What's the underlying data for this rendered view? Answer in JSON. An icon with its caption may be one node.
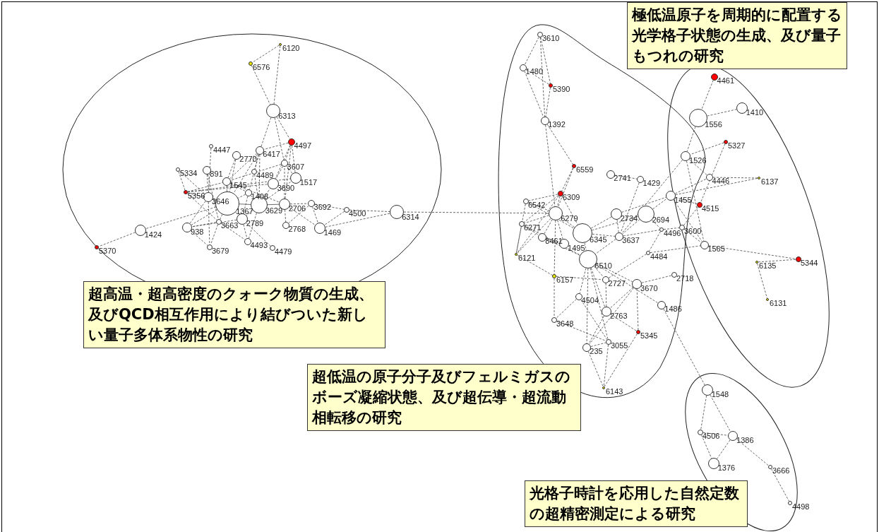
{
  "diagram": {
    "nodes": [
      {
        "text": [
          "極低温原子を周期的に配置する光学格子状態の生成、及び量子もつれの研究"
        ]
      },
      {
        "text": [
          "超高温・超高密度のクォーク物質の生成、及びQCD相互作用により結びついた新しい量子多体系物性の研究"
        ]
      },
      {
        "text": [
          "超低温の原子分子及びフェルミガスのボーズ凝縮状態、及び超伝導・超流動相転移の研究"
        ]
      },
      {
        "text": [
          "光格子時計を応用した自然定数の超精密測定による研究"
        ]
      },
      {
        "text": [],
        "shape": "circle",
        "beside": [
          "6120"
        ]
      },
      {
        "text": [],
        "shape": "circle",
        "beside": [
          "6576"
        ]
      },
      {
        "text": [],
        "shape": "circle",
        "beside": [
          "6313"
        ]
      },
      {
        "text": [],
        "shape": "circle",
        "beside": [
          "4497"
        ]
      },
      {
        "text": [],
        "shape": "circle",
        "beside": [
          "4447"
        ]
      },
      {
        "text": [],
        "shape": "circle",
        "beside": [
          "6417"
        ]
      },
      {
        "text": [],
        "shape": "circle",
        "beside": [
          "2770"
        ]
      },
      {
        "text": [],
        "shape": "circle",
        "beside": [
          "3607"
        ]
      },
      {
        "text": [],
        "shape": "circle",
        "beside": [
          "5334"
        ]
      },
      {
        "text": [],
        "shape": "circle",
        "beside": [
          "891"
        ]
      },
      {
        "text": [],
        "shape": "circle",
        "beside": [
          "4489"
        ]
      },
      {
        "text": [],
        "shape": "circle",
        "beside": [
          "1517"
        ]
      },
      {
        "text": [],
        "shape": "circle",
        "beside": [
          "3690"
        ]
      },
      {
        "text": [],
        "shape": "circle",
        "beside": [
          "1545"
        ]
      },
      {
        "text": [],
        "shape": "circle",
        "beside": [
          "5356"
        ]
      },
      {
        "text": [],
        "shape": "circle",
        "beside": [
          "1408"
        ]
      },
      {
        "text": [],
        "shape": "circle",
        "beside": [
          "3646"
        ]
      },
      {
        "text": [],
        "shape": "circle",
        "beside": [
          "1367"
        ]
      },
      {
        "text": [],
        "shape": "circle",
        "beside": [
          "3629"
        ]
      },
      {
        "text": [],
        "shape": "circle",
        "beside": [
          "2706"
        ]
      },
      {
        "text": [],
        "shape": "circle",
        "beside": [
          "3692"
        ]
      },
      {
        "text": [],
        "shape": "circle",
        "beside": [
          "4500"
        ]
      },
      {
        "text": [],
        "shape": "circle",
        "beside": [
          "6314"
        ]
      },
      {
        "text": [],
        "shape": "circle",
        "beside": [
          "2789"
        ]
      },
      {
        "text": [],
        "shape": "circle",
        "beside": [
          "3663"
        ]
      },
      {
        "text": [],
        "shape": "circle",
        "beside": [
          "938"
        ]
      },
      {
        "text": [],
        "shape": "circle",
        "beside": [
          "1424"
        ]
      },
      {
        "text": [],
        "shape": "circle",
        "beside": [
          "2768"
        ]
      },
      {
        "text": [],
        "shape": "circle",
        "beside": [
          "1469"
        ]
      },
      {
        "text": [],
        "shape": "circle",
        "beside": [
          "4493"
        ]
      },
      {
        "text": [],
        "shape": "circle",
        "beside": [
          "4479"
        ]
      },
      {
        "text": [],
        "shape": "circle",
        "beside": [
          "3679"
        ]
      },
      {
        "text": [],
        "shape": "circle",
        "beside": [
          "5370"
        ]
      },
      {
        "text": [],
        "shape": "circle",
        "beside": [
          "3610"
        ]
      },
      {
        "text": [],
        "shape": "circle",
        "beside": [
          "1480"
        ]
      },
      {
        "text": [],
        "shape": "circle",
        "beside": [
          "5390"
        ]
      },
      {
        "text": [],
        "shape": "circle",
        "beside": [
          "1392"
        ]
      },
      {
        "text": [],
        "shape": "circle",
        "beside": [
          "6559"
        ]
      },
      {
        "text": [],
        "shape": "circle",
        "beside": [
          "2741"
        ]
      },
      {
        "text": [],
        "shape": "circle",
        "beside": [
          "1429"
        ]
      },
      {
        "text": [],
        "shape": "circle",
        "beside": [
          "6309"
        ]
      },
      {
        "text": [],
        "shape": "circle",
        "beside": [
          "1455"
        ]
      },
      {
        "text": [],
        "shape": "circle",
        "beside": [
          "6542"
        ]
      },
      {
        "text": [],
        "shape": "circle",
        "beside": [
          "6279"
        ]
      },
      {
        "text": [],
        "shape": "circle",
        "beside": [
          "2734"
        ]
      },
      {
        "text": [],
        "shape": "circle",
        "beside": [
          "2694"
        ]
      },
      {
        "text": [],
        "shape": "circle",
        "beside": [
          "6271"
        ]
      },
      {
        "text": [],
        "shape": "circle",
        "beside": [
          "4496"
        ]
      },
      {
        "text": [],
        "shape": "circle",
        "beside": [
          "3600"
        ]
      },
      {
        "text": [],
        "shape": "circle",
        "beside": [
          "6345"
        ]
      },
      {
        "text": [],
        "shape": "circle",
        "beside": [
          "3637"
        ]
      },
      {
        "text": [],
        "shape": "circle",
        "beside": [
          "8461"
        ]
      },
      {
        "text": [],
        "shape": "circle",
        "beside": [
          "1495"
        ]
      },
      {
        "text": [],
        "shape": "circle",
        "beside": [
          "1565"
        ]
      },
      {
        "text": [],
        "shape": "circle",
        "beside": [
          "6121"
        ]
      },
      {
        "text": [],
        "shape": "circle",
        "beside": [
          "4484"
        ]
      },
      {
        "text": [],
        "shape": "circle",
        "beside": [
          "6510"
        ]
      },
      {
        "text": [],
        "shape": "circle",
        "beside": [
          "6157"
        ]
      },
      {
        "text": [],
        "shape": "circle",
        "beside": [
          "2727"
        ]
      },
      {
        "text": [],
        "shape": "circle",
        "beside": [
          "2718"
        ]
      },
      {
        "text": [],
        "shape": "circle",
        "beside": [
          "3670"
        ]
      },
      {
        "text": [],
        "shape": "circle",
        "beside": [
          "4504"
        ]
      },
      {
        "text": [],
        "shape": "circle",
        "beside": [
          "1486"
        ]
      },
      {
        "text": [],
        "shape": "circle",
        "beside": [
          "2763"
        ]
      },
      {
        "text": [],
        "shape": "circle",
        "beside": [
          "3648"
        ]
      },
      {
        "text": [],
        "shape": "circle",
        "beside": [
          "5345"
        ]
      },
      {
        "text": [],
        "shape": "circle",
        "beside": [
          "3055"
        ]
      },
      {
        "text": [],
        "shape": "circle",
        "beside": [
          "235"
        ]
      },
      {
        "text": [],
        "shape": "circle",
        "beside": [
          "6143"
        ]
      },
      {
        "text": [],
        "shape": "circle",
        "beside": [
          "4461"
        ]
      },
      {
        "text": [],
        "shape": "circle",
        "beside": [
          "1410"
        ]
      },
      {
        "text": [],
        "shape": "circle",
        "beside": [
          "1556"
        ]
      },
      {
        "text": [],
        "shape": "circle",
        "beside": [
          "5327"
        ]
      },
      {
        "text": [],
        "shape": "circle",
        "beside": [
          "1526"
        ]
      },
      {
        "text": [],
        "shape": "circle",
        "beside": [
          "4446"
        ]
      },
      {
        "text": [],
        "shape": "circle",
        "beside": [
          "6137"
        ]
      },
      {
        "text": [],
        "shape": "circle",
        "beside": [
          "4515"
        ]
      },
      {
        "text": [],
        "shape": "circle",
        "beside": [
          "5344"
        ]
      },
      {
        "text": [],
        "shape": "circle",
        "beside": [
          "6135"
        ]
      },
      {
        "text": [],
        "shape": "circle",
        "beside": [
          "6131"
        ]
      },
      {
        "text": [],
        "shape": "circle",
        "beside": [
          "1548"
        ]
      },
      {
        "text": [],
        "shape": "circle",
        "beside": [
          "4506"
        ]
      },
      {
        "text": [],
        "shape": "circle",
        "beside": [
          "1386"
        ]
      },
      {
        "text": [],
        "shape": "circle",
        "beside": [
          "1376"
        ]
      },
      {
        "text": [],
        "shape": "circle",
        "beside": [
          "3666"
        ]
      },
      {
        "text": [],
        "shape": "circle",
        "beside": [
          "4498"
        ]
      }
    ],
    "edges": [
      {
        "from": 4,
        "to": 5,
        "arrow": "none",
        "style": "dashed"
      },
      {
        "from": 4,
        "to": 6,
        "arrow": "none",
        "style": "dashed"
      },
      {
        "from": 5,
        "to": 6,
        "arrow": "none",
        "style": "dashed"
      },
      {
        "from": 6,
        "to": 7,
        "arrow": "none",
        "style": "dashed"
      },
      {
        "from": 6,
        "to": 9,
        "arrow": "none",
        "style": "dashed"
      },
      {
        "from": 6,
        "to": 11,
        "arrow": "none",
        "style": "dashed"
      },
      {
        "from": 7,
        "to": 9,
        "arrow": "none",
        "style": "dashed"
      },
      {
        "from": 7,
        "to": 11,
        "arrow": "none",
        "style": "dashed"
      },
      {
        "from": 7,
        "to": 15,
        "arrow": "none",
        "style": "dashed"
      },
      {
        "from": 7,
        "to": 16,
        "arrow": "none",
        "style": "dashed"
      },
      {
        "from": 8,
        "to": 20,
        "arrow": "none",
        "style": "dashed"
      },
      {
        "from": 10,
        "to": 17,
        "arrow": "none",
        "style": "dashed"
      },
      {
        "from": 10,
        "to": 21,
        "arrow": "none",
        "style": "dashed"
      },
      {
        "from": 9,
        "to": 17,
        "arrow": "none",
        "style": "dashed"
      },
      {
        "from": 9,
        "to": 19,
        "arrow": "none",
        "style": "dashed"
      },
      {
        "from": 9,
        "to": 22,
        "arrow": "none",
        "style": "dashed"
      },
      {
        "from": 9,
        "to": 14,
        "arrow": "none",
        "style": "dashed"
      },
      {
        "from": 9,
        "to": 21,
        "arrow": "none",
        "style": "dashed"
      },
      {
        "from": 11,
        "to": 15,
        "arrow": "none",
        "style": "dashed"
      },
      {
        "from": 11,
        "to": 16,
        "arrow": "none",
        "style": "dashed"
      },
      {
        "from": 11,
        "to": 17,
        "arrow": "none",
        "style": "dashed"
      },
      {
        "from": 12,
        "to": 18,
        "arrow": "none",
        "style": "dashed"
      },
      {
        "from": 12,
        "to": 20,
        "arrow": "none",
        "style": "dashed"
      },
      {
        "from": 13,
        "to": 20,
        "arrow": "none",
        "style": "dashed"
      },
      {
        "from": 13,
        "to": 28,
        "arrow": "none",
        "style": "dashed"
      },
      {
        "from": 18,
        "to": 15,
        "arrow": "none",
        "style": "dashed"
      },
      {
        "from": 18,
        "to": 16,
        "arrow": "none",
        "style": "dashed"
      },
      {
        "from": 18,
        "to": 17,
        "arrow": "none",
        "style": "dashed"
      },
      {
        "from": 18,
        "to": 21,
        "arrow": "none",
        "style": "dashed"
      },
      {
        "from": 18,
        "to": 28,
        "arrow": "none",
        "style": "dashed"
      },
      {
        "from": 17,
        "to": 21,
        "arrow": "none",
        "style": "dashed"
      },
      {
        "from": 17,
        "to": 19,
        "arrow": "none",
        "style": "dashed"
      },
      {
        "from": 17,
        "to": 23,
        "arrow": "none",
        "style": "dashed"
      },
      {
        "from": 14,
        "to": 22,
        "arrow": "none",
        "style": "dashed"
      },
      {
        "from": 19,
        "to": 21,
        "arrow": "none",
        "style": "dashed"
      },
      {
        "from": 19,
        "to": 22,
        "arrow": "none",
        "style": "dashed"
      },
      {
        "from": 19,
        "to": 27,
        "arrow": "none",
        "style": "dashed"
      },
      {
        "from": 20,
        "to": 21,
        "arrow": "none",
        "style": "dashed"
      },
      {
        "from": 20,
        "to": 29,
        "arrow": "none",
        "style": "dashed"
      },
      {
        "from": 20,
        "to": 35,
        "arrow": "none",
        "style": "dashed"
      },
      {
        "from": 21,
        "to": 22,
        "arrow": "none"
      },
      {
        "from": 21,
        "to": 27,
        "arrow": "none",
        "style": "dashed"
      },
      {
        "from": 21,
        "to": 28,
        "arrow": "none",
        "style": "dashed"
      },
      {
        "from": 21,
        "to": 30,
        "arrow": "none",
        "style": "dashed"
      },
      {
        "from": 21,
        "to": 29,
        "arrow": "none",
        "style": "dashed"
      },
      {
        "from": 22,
        "to": 23,
        "arrow": "none"
      },
      {
        "from": 22,
        "to": 27,
        "arrow": "none",
        "style": "dashed"
      },
      {
        "from": 22,
        "to": 33,
        "arrow": "none",
        "style": "dashed"
      },
      {
        "from": 22,
        "to": 16,
        "arrow": "none",
        "style": "dashed"
      },
      {
        "from": 22,
        "to": 15,
        "arrow": "none",
        "style": "dashed"
      },
      {
        "from": 23,
        "to": 24,
        "arrow": "none",
        "style": "dashed"
      },
      {
        "from": 23,
        "to": 31,
        "arrow": "none",
        "style": "dashed"
      },
      {
        "from": 23,
        "to": 32,
        "arrow": "none",
        "style": "dashed"
      },
      {
        "from": 23,
        "to": 7,
        "arrow": "none",
        "style": "dashed"
      },
      {
        "from": 23,
        "to": 11,
        "arrow": "none",
        "style": "dashed"
      },
      {
        "from": 24,
        "to": 25,
        "arrow": "none",
        "style": "dashed"
      },
      {
        "from": 24,
        "to": 32,
        "arrow": "none",
        "style": "dashed"
      },
      {
        "from": 24,
        "to": 31,
        "arrow": "none",
        "style": "dashed"
      },
      {
        "from": 25,
        "to": 32,
        "arrow": "none",
        "style": "dashed"
      },
      {
        "from": 25,
        "to": 26,
        "arrow": "none",
        "style": "dashed"
      },
      {
        "from": 32,
        "to": 26,
        "arrow": "none",
        "style": "dashed"
      },
      {
        "from": 26,
        "to": 47,
        "arrow": "none",
        "style": "dashed"
      },
      {
        "from": 27,
        "to": 29,
        "arrow": "none",
        "style": "dashed"
      },
      {
        "from": 27,
        "to": 33,
        "arrow": "none",
        "style": "dashed"
      },
      {
        "from": 28,
        "to": 29,
        "arrow": "none",
        "style": "dashed"
      },
      {
        "from": 28,
        "to": 35,
        "arrow": "none",
        "style": "dashed"
      },
      {
        "from": 28,
        "to": 33,
        "arrow": "none",
        "style": "dashed"
      },
      {
        "from": 29,
        "to": 35,
        "arrow": "none",
        "style": "dashed"
      },
      {
        "from": 30,
        "to": 36,
        "arrow": "none",
        "style": "dashed"
      },
      {
        "from": 27,
        "to": 34,
        "arrow": "none",
        "style": "dashed"
      },
      {
        "from": 37,
        "to": 38,
        "arrow": "none",
        "style": "dashed"
      },
      {
        "from": 37,
        "to": 39,
        "arrow": "none",
        "style": "dashed"
      },
      {
        "from": 37,
        "to": 40,
        "arrow": "none",
        "style": "dashed"
      },
      {
        "from": 38,
        "to": 39,
        "arrow": "none",
        "style": "dashed"
      },
      {
        "from": 38,
        "to": 40,
        "arrow": "none",
        "style": "dashed"
      },
      {
        "from": 39,
        "to": 40,
        "arrow": "none",
        "style": "dashed"
      },
      {
        "from": 40,
        "to": 41,
        "arrow": "none",
        "style": "dashed"
      },
      {
        "from": 40,
        "to": 47,
        "arrow": "none",
        "style": "dashed"
      },
      {
        "from": 41,
        "to": 44,
        "arrow": "none",
        "style": "dashed"
      },
      {
        "from": 41,
        "to": 47,
        "arrow": "none",
        "style": "dashed"
      },
      {
        "from": 44,
        "to": 46,
        "arrow": "none",
        "style": "dashed"
      },
      {
        "from": 44,
        "to": 47,
        "arrow": "none",
        "style": "dashed"
      },
      {
        "from": 44,
        "to": 50,
        "arrow": "none",
        "style": "dashed"
      },
      {
        "from": 44,
        "to": 53,
        "arrow": "none",
        "style": "dashed"
      },
      {
        "from": 44,
        "to": 58,
        "arrow": "none",
        "style": "dashed"
      },
      {
        "from": 46,
        "to": 47,
        "arrow": "none",
        "style": "dashed"
      },
      {
        "from": 46,
        "to": 53,
        "arrow": "none",
        "style": "dashed"
      },
      {
        "from": 46,
        "to": 58,
        "arrow": "none",
        "style": "dashed"
      },
      {
        "from": 47,
        "to": 50,
        "arrow": "none",
        "style": "dashed"
      },
      {
        "from": 47,
        "to": 55,
        "arrow": "none",
        "style": "dashed"
      },
      {
        "from": 47,
        "to": 58,
        "arrow": "none",
        "style": "dashed"
      },
      {
        "from": 47,
        "to": 53,
        "arrow": "none",
        "style": "dashed"
      },
      {
        "from": 47,
        "to": 61,
        "arrow": "none",
        "style": "dashed"
      },
      {
        "from": 47,
        "to": 56,
        "arrow": "none",
        "style": "dashed"
      },
      {
        "from": 50,
        "to": 55,
        "arrow": "none",
        "style": "dashed"
      },
      {
        "from": 50,
        "to": 58,
        "arrow": "none",
        "style": "dashed"
      },
      {
        "from": 50,
        "to": 60,
        "arrow": "none",
        "style": "dashed"
      },
      {
        "from": 55,
        "to": 56,
        "arrow": "none",
        "style": "dashed"
      },
      {
        "from": 55,
        "to": 60,
        "arrow": "none",
        "style": "dashed"
      },
      {
        "from": 53,
        "to": 48,
        "arrow": "none",
        "style": "dashed"
      },
      {
        "from": 53,
        "to": 54,
        "arrow": "none",
        "style": "dashed"
      },
      {
        "from": 53,
        "to": 49,
        "arrow": "none",
        "style": "dashed"
      },
      {
        "from": 53,
        "to": 60,
        "arrow": "none",
        "style": "dashed"
      },
      {
        "from": 42,
        "to": 43,
        "arrow": "none",
        "style": "dashed"
      },
      {
        "from": 43,
        "to": 54,
        "arrow": "none",
        "style": "dashed"
      },
      {
        "from": 48,
        "to": 45,
        "arrow": "none",
        "style": "dashed"
      },
      {
        "from": 48,
        "to": 54,
        "arrow": "none",
        "style": "dashed"
      },
      {
        "from": 49,
        "to": 45,
        "arrow": "none",
        "style": "dashed"
      },
      {
        "from": 49,
        "to": 54,
        "arrow": "none",
        "style": "dashed"
      },
      {
        "from": 49,
        "to": 51,
        "arrow": "none",
        "style": "dashed"
      },
      {
        "from": 45,
        "to": 78,
        "arrow": "none",
        "style": "dashed"
      },
      {
        "from": 45,
        "to": 80,
        "arrow": "none",
        "style": "dashed"
      },
      {
        "from": 45,
        "to": 57,
        "arrow": "none",
        "style": "dashed"
      },
      {
        "from": 54,
        "to": 51,
        "arrow": "none",
        "style": "dashed"
      },
      {
        "from": 54,
        "to": 60,
        "arrow": "none",
        "style": "dashed"
      },
      {
        "from": 51,
        "to": 52,
        "arrow": "none",
        "style": "dashed"
      },
      {
        "from": 51,
        "to": 59,
        "arrow": "none",
        "style": "dashed"
      },
      {
        "from": 52,
        "to": 57,
        "arrow": "none",
        "style": "dashed"
      },
      {
        "from": 52,
        "to": 80,
        "arrow": "none",
        "style": "dashed"
      },
      {
        "from": 59,
        "to": 62,
        "arrow": "none",
        "style": "dashed"
      },
      {
        "from": 59,
        "to": 57,
        "arrow": "none",
        "style": "dashed"
      },
      {
        "from": 60,
        "to": 62,
        "arrow": "none",
        "style": "dashed"
      },
      {
        "from": 60,
        "to": 64,
        "arrow": "none",
        "style": "dashed"
      },
      {
        "from": 60,
        "to": 65,
        "arrow": "none",
        "style": "dashed"
      },
      {
        "from": 60,
        "to": 71,
        "arrow": "none",
        "style": "dashed"
      },
      {
        "from": 60,
        "to": 70,
        "arrow": "none",
        "style": "dashed"
      },
      {
        "from": 60,
        "to": 67,
        "arrow": "none",
        "style": "dashed"
      },
      {
        "from": 60,
        "to": 66,
        "arrow": "none",
        "style": "dashed"
      },
      {
        "from": 58,
        "to": 61,
        "arrow": "none",
        "style": "dashed"
      },
      {
        "from": 61,
        "to": 62,
        "arrow": "none",
        "style": "dashed"
      },
      {
        "from": 61,
        "to": 68,
        "arrow": "none",
        "style": "dashed"
      },
      {
        "from": 62,
        "to": 67,
        "arrow": "none",
        "style": "dashed"
      },
      {
        "from": 64,
        "to": 63,
        "arrow": "none",
        "style": "dashed"
      },
      {
        "from": 64,
        "to": 69,
        "arrow": "none",
        "style": "dashed"
      },
      {
        "from": 64,
        "to": 67,
        "arrow": "none",
        "style": "dashed"
      },
      {
        "from": 64,
        "to": 71,
        "arrow": "none",
        "style": "dashed"
      },
      {
        "from": 66,
        "to": 84,
        "arrow": "none",
        "style": "dashed"
      },
      {
        "from": 65,
        "to": 68,
        "arrow": "none",
        "style": "dashed"
      },
      {
        "from": 65,
        "to": 70,
        "arrow": "none",
        "style": "dashed"
      },
      {
        "from": 68,
        "to": 70,
        "arrow": "none",
        "style": "dashed"
      },
      {
        "from": 67,
        "to": 69,
        "arrow": "none",
        "style": "dashed"
      },
      {
        "from": 67,
        "to": 71,
        "arrow": "none",
        "style": "dashed"
      },
      {
        "from": 71,
        "to": 70,
        "arrow": "none",
        "style": "dashed"
      },
      {
        "from": 71,
        "to": 72,
        "arrow": "none",
        "style": "dashed"
      },
      {
        "from": 70,
        "to": 72,
        "arrow": "none",
        "style": "dashed"
      },
      {
        "from": 69,
        "to": 72,
        "arrow": "none",
        "style": "dashed"
      },
      {
        "from": 73,
        "to": 75,
        "arrow": "none",
        "style": "dashed"
      },
      {
        "from": 75,
        "to": 74,
        "arrow": "none",
        "style": "dashed"
      },
      {
        "from": 75,
        "to": 77,
        "arrow": "none",
        "style": "dashed"
      },
      {
        "from": 76,
        "to": 77,
        "arrow": "none",
        "style": "dashed"
      },
      {
        "from": 76,
        "to": 80,
        "arrow": "none",
        "style": "dashed"
      },
      {
        "from": 77,
        "to": 78,
        "arrow": "none",
        "style": "dashed"
      },
      {
        "from": 78,
        "to": 79,
        "arrow": "none",
        "style": "dashed"
      },
      {
        "from": 45,
        "to": 79,
        "arrow": "none",
        "style": "dashed"
      },
      {
        "from": 77,
        "to": 54,
        "arrow": "none",
        "style": "dashed"
      },
      {
        "from": 57,
        "to": 81,
        "arrow": "none",
        "style": "dashed"
      },
      {
        "from": 82,
        "to": 81,
        "arrow": "none",
        "style": "dashed"
      },
      {
        "from": 82,
        "to": 83,
        "arrow": "none",
        "style": "dashed"
      },
      {
        "from": 77,
        "to": 57,
        "arrow": "none",
        "style": "dashed"
      },
      {
        "from": 84,
        "to": 85,
        "arrow": "none",
        "style": "dashed"
      },
      {
        "from": 84,
        "to": 86,
        "arrow": "none",
        "style": "dashed"
      },
      {
        "from": 85,
        "to": 86,
        "arrow": "none",
        "style": "dashed"
      },
      {
        "from": 85,
        "to": 87,
        "arrow": "none",
        "style": "dashed"
      },
      {
        "from": 86,
        "to": 87,
        "arrow": "none",
        "style": "dashed"
      },
      {
        "from": 86,
        "to": 88,
        "arrow": "none",
        "style": "dashed"
      },
      {
        "from": 88,
        "to": 89,
        "arrow": "none",
        "style": "dashed"
      }
    ]
  }
}
